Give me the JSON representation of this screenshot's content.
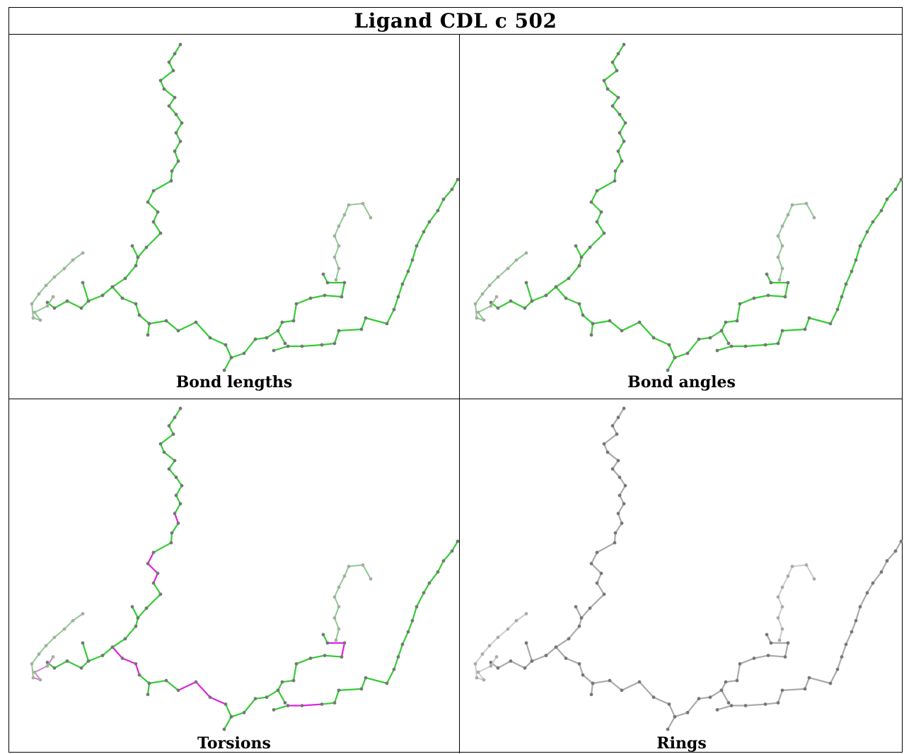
{
  "title": "Ligand CDL c 502",
  "panels": [
    {
      "key": "bond_lengths",
      "caption": "Bond lengths",
      "style": "lengths"
    },
    {
      "key": "bond_angles",
      "caption": "Bond angles",
      "style": "angles"
    },
    {
      "key": "torsions",
      "caption": "Torsions",
      "style": "torsions"
    },
    {
      "key": "rings",
      "caption": "Rings",
      "style": "rings"
    }
  ],
  "colors": {
    "ok_bond": "#33cc33",
    "outlier_bond": "#dd22dd",
    "neutral_bond": "#999999",
    "atom": "#666666"
  }
}
